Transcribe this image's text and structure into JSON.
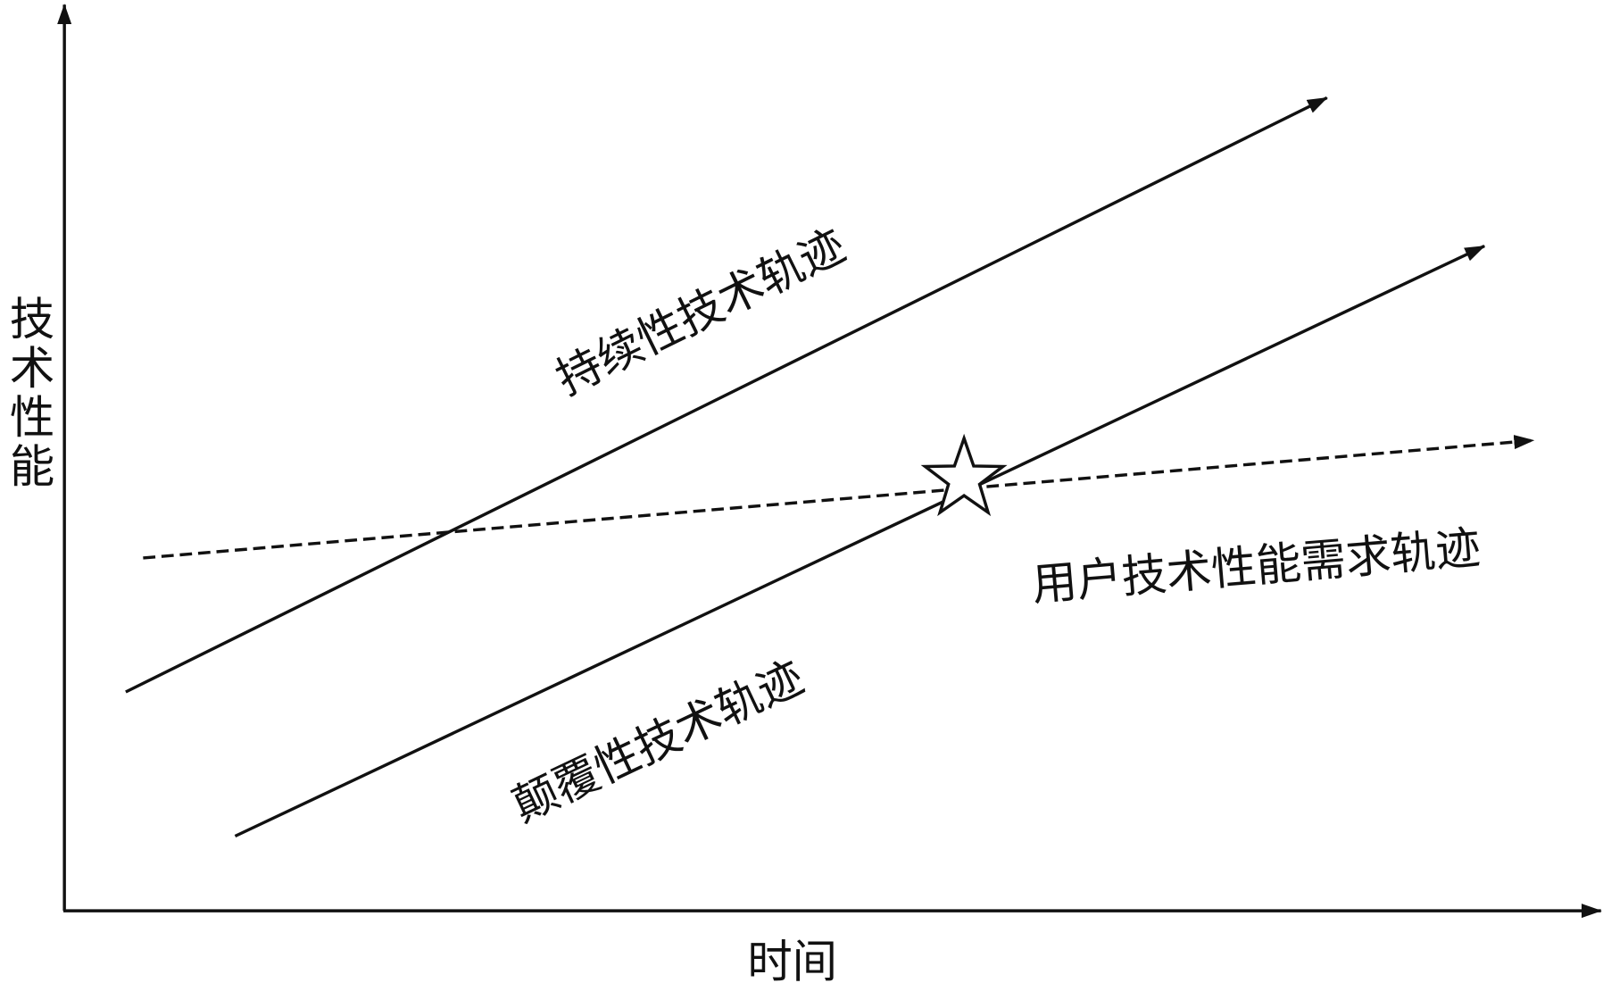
{
  "diagram": {
    "y_axis_label": "技术性能",
    "x_axis_label": "时间",
    "trajectories": [
      {
        "name": "持续性技术轨迹",
        "style": "solid"
      },
      {
        "name": "颠覆性技术轨迹",
        "style": "solid"
      },
      {
        "name": "用户技术性能需求轨迹",
        "style": "dashed"
      }
    ],
    "marker": "star-icon",
    "colors": {
      "line": "#111111",
      "background": "#ffffff"
    }
  }
}
